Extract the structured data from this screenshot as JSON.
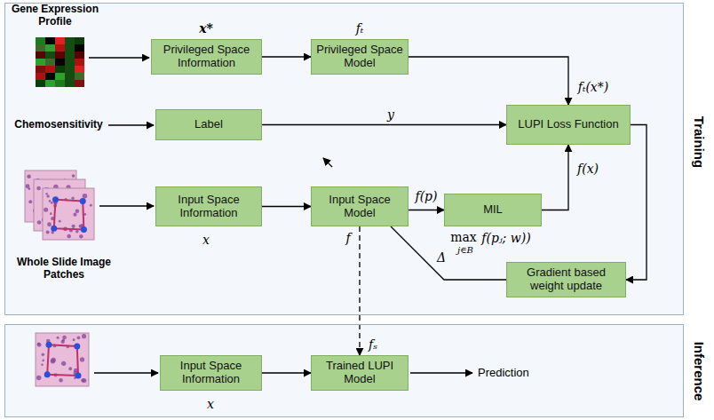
{
  "diagram": {
    "nodes": [
      {
        "text": [
          "Training"
        ]
      },
      {
        "text": [
          "Privileged Space Information"
        ],
        "in": 0
      },
      {
        "text": [
          "Privileged Space Model"
        ],
        "in": 0
      },
      {
        "text": [
          "Label"
        ],
        "in": 0
      },
      {
        "text": [
          "LUPI Loss Function"
        ],
        "in": 0
      },
      {
        "text": [
          "Input Space Information"
        ],
        "in": 0
      },
      {
        "text": [
          "Input Space Model"
        ],
        "in": 0
      },
      {
        "text": [
          "MIL"
        ],
        "in": 0
      },
      {
        "text": [
          "Gradient based weight update"
        ],
        "in": 0
      },
      {
        "text": [
          "Inference"
        ]
      },
      {
        "text": [
          "Input Space Information"
        ],
        "in": 9
      },
      {
        "text": [
          "Trained LUPI Model"
        ],
        "in": 9
      }
    ],
    "edges": [
      {
        "from": 1,
        "to": 2,
        "arrow": "to"
      },
      {
        "from": 2,
        "to": 4,
        "label": "fₜ(x*)",
        "arrow": "to"
      },
      {
        "from": 3,
        "to": 4,
        "label": "y",
        "arrow": "to"
      },
      {
        "from": 5,
        "to": 6,
        "arrow": "to"
      },
      {
        "from": 6,
        "to": 7,
        "label": "f(p)",
        "arrow": "to"
      },
      {
        "from": 7,
        "to": 4,
        "label": "f(x)",
        "arrow": "to"
      },
      {
        "from": 4,
        "to": 8,
        "arrow": "to"
      },
      {
        "from": 8,
        "to": 6,
        "label": "Δ",
        "arrow": "none"
      },
      {
        "from": 6,
        "to": 11,
        "arrow": "to"
      },
      {
        "from": 10,
        "to": 11,
        "arrow": "to"
      }
    ],
    "labels": [
      "Gene Expression Profile",
      "x*",
      "fₜ",
      "Chemosensitivity",
      "Whole Slide Image Patches",
      "x",
      "f",
      "max",
      "j∈B",
      "f(pⱼ; w))",
      "fₛ",
      "x",
      "Prediction"
    ]
  }
}
